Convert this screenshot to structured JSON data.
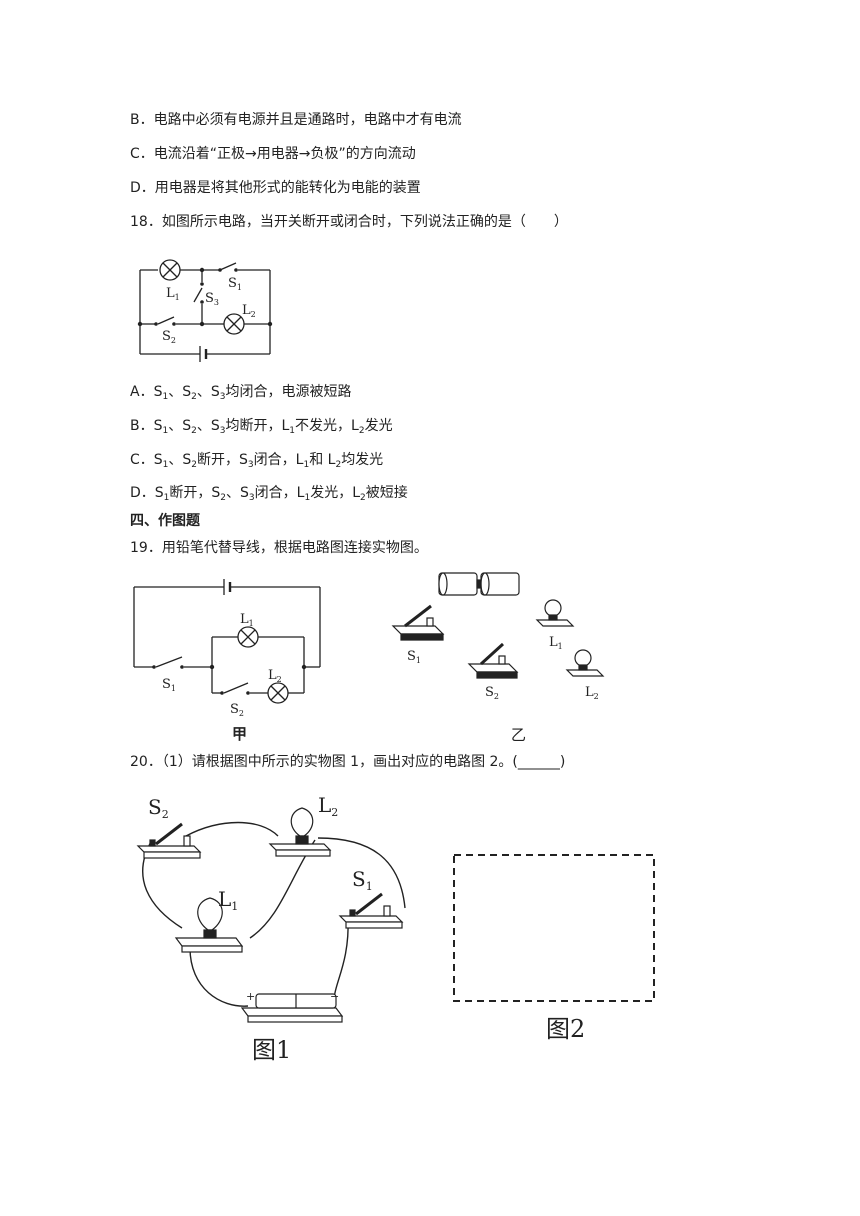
{
  "q17": {
    "option_b": "B．电路中必须有电源并且是通路时，电路中才有电流",
    "option_c": "C．电流沿着“正极→用电器→负极”的方向流动",
    "option_d": "D．用电器是将其他形式的能转化为电能的装置"
  },
  "q18": {
    "stem": "18．如图所示电路，当开关断开或闭合时，下列说法正确的是（　　）",
    "option_a": [
      "A．S",
      "1",
      "、S",
      "2",
      "、S",
      "3",
      "均闭合，电源被短路"
    ],
    "option_b": [
      "B．S",
      "1",
      "、S",
      "2",
      "、S",
      "3",
      "均断开，L",
      "1",
      "不发光，L",
      "2",
      "发光"
    ],
    "option_c": [
      "C．S",
      "1",
      "、S",
      "2",
      "断开，S",
      "3",
      "闭合，L",
      "1",
      "和 L",
      "2",
      "均发光"
    ],
    "option_d": [
      "D．S",
      "1",
      "断开，S",
      "2",
      "、S",
      "3",
      "闭合，L",
      "1",
      "发光，L",
      "2",
      "被短接"
    ],
    "figure_labels": {
      "l1": "L",
      "l1_sub": "1",
      "l2": "L",
      "l2_sub": "2",
      "s1": "S",
      "s1_sub": "1",
      "s2": "S",
      "s2_sub": "2",
      "s3": "S",
      "s3_sub": "3"
    }
  },
  "section4": {
    "title": "四、作图题"
  },
  "q19": {
    "stem": "19．用铅笔代替导线，根据电路图连接实物图。",
    "jia": "甲",
    "yi": "乙",
    "labels": {
      "l": "L",
      "s": "S",
      "one": "1",
      "two": "2"
    }
  },
  "q20": {
    "stem": "20．（1）请根据图中所示的实物图 1，画出对应的电路图 2。(______)",
    "fig1": "图1",
    "fig2": "图2",
    "labels": {
      "l": "L",
      "s": "S",
      "one": "1",
      "two": "2",
      "plus": "+",
      "minus": "−"
    }
  }
}
